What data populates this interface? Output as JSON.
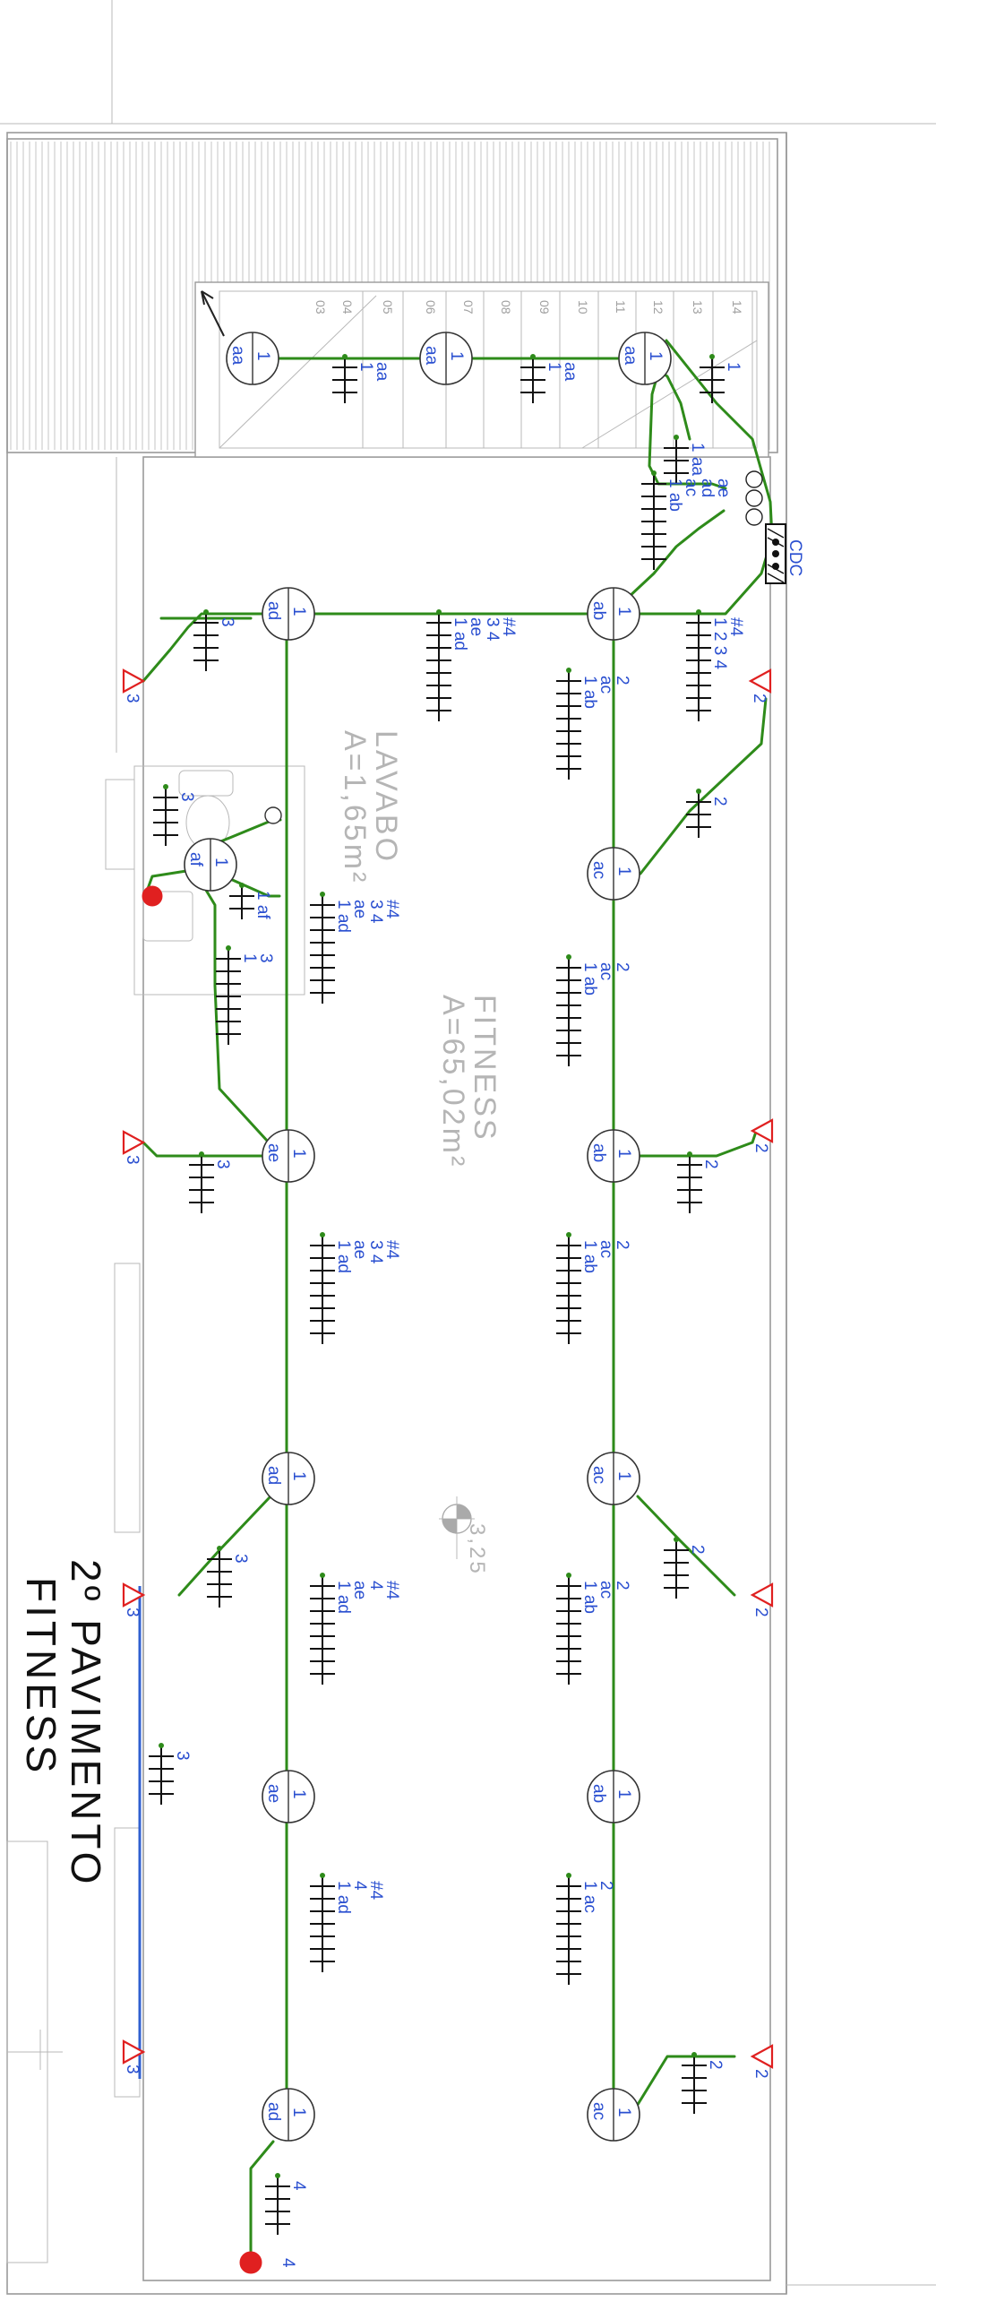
{
  "sheet": {
    "title_line1": "2º PAVIMENTO",
    "title_line2": "FITNESS"
  },
  "rooms": {
    "fitness_name": "FITNESS",
    "fitness_area": "A=65,02m²",
    "lavabo_name": "LAVABO",
    "lavabo_area": "A=1,65m²",
    "level": "3,25"
  },
  "panel": {
    "label": "CDC",
    "circuits_left": [
      "aa",
      "ad",
      "ae"
    ],
    "circuits_right": [
      "ab",
      "ac"
    ],
    "circuits_down": [
      "ab",
      "ac",
      "ad",
      "ae"
    ],
    "codes": [
      "1",
      "2",
      "3",
      "4"
    ]
  },
  "stairs": {
    "steps": [
      "03",
      "04",
      "05",
      "06",
      "07",
      "08",
      "09",
      "10",
      "11",
      "12",
      "13",
      "14"
    ]
  },
  "colors": {
    "conduit": "#2e8b1a",
    "annotation": "#2a4fd0",
    "outlet": "#e02020",
    "walls": "#9a9a9a",
    "room_text": "#b5b5b5"
  }
}
